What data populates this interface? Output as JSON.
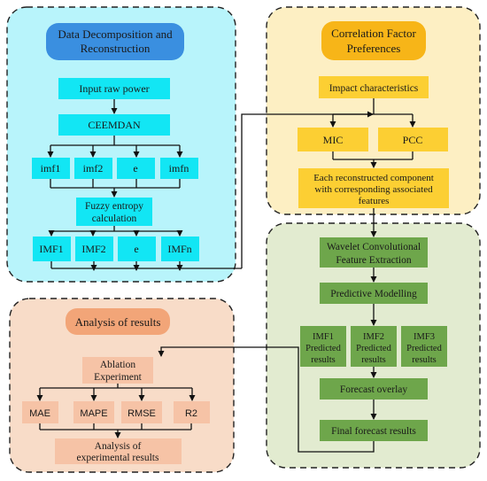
{
  "panels": {
    "decomposition": {
      "title_line1": "Data Decomposition and",
      "title_line2": "Reconstruction",
      "input": "Input raw power",
      "ceemdan": "CEEMDAN",
      "imfs_small": [
        "imf1",
        "imf2",
        "e",
        "imfn"
      ],
      "fuzzy_line1": "Fuzzy entropy",
      "fuzzy_line2": "calculation",
      "imfs_big": [
        "IMF1",
        "IMF2",
        "e",
        "IMFn"
      ]
    },
    "correlation": {
      "title_line1": "Correlation Factor",
      "title_line2": "Preferences",
      "impact": "Impact characteristics",
      "mic": "MIC",
      "pcc": "PCC",
      "each_line1": "Each reconstructed component",
      "each_line2": "with corresponding associated",
      "each_line3": "features"
    },
    "prediction": {
      "wavelet_line1": "Wavelet Convolutional",
      "wavelet_line2": "Feature Extraction",
      "modelling": "Predictive Modelling",
      "predicted": [
        {
          "name": "IMF1",
          "l2": "Predicted",
          "l3": "results"
        },
        {
          "name": "IMF2",
          "l2": "Predicted",
          "l3": "results"
        },
        {
          "name": "IMF3",
          "l2": "Predicted",
          "l3": "results"
        }
      ],
      "overlay": "Forecast overlay",
      "final": "Final forecast results"
    },
    "analysis": {
      "title": "Analysis of results",
      "ablation_line1": "Ablation",
      "ablation_line2": "Experiment",
      "metrics": [
        "MAE",
        "MAPE",
        "RMSE",
        "R2"
      ],
      "analysis_line1": "Analysis of",
      "analysis_line2": "experimental results"
    }
  },
  "colors": {
    "cyan_panel": "#b8f4fb",
    "cyan_box": "#12e6f4",
    "title_blue": "#3a8fe0",
    "yellow_panel": "#fdefc3",
    "yellow_box": "#fccf33",
    "title_orange": "#f7b518",
    "green_panel": "#e2ebd0",
    "green_box": "#6ea64b",
    "peach_panel": "#f8dcc8",
    "peach_box": "#f6c3a6",
    "title_salmon": "#f2a578"
  }
}
